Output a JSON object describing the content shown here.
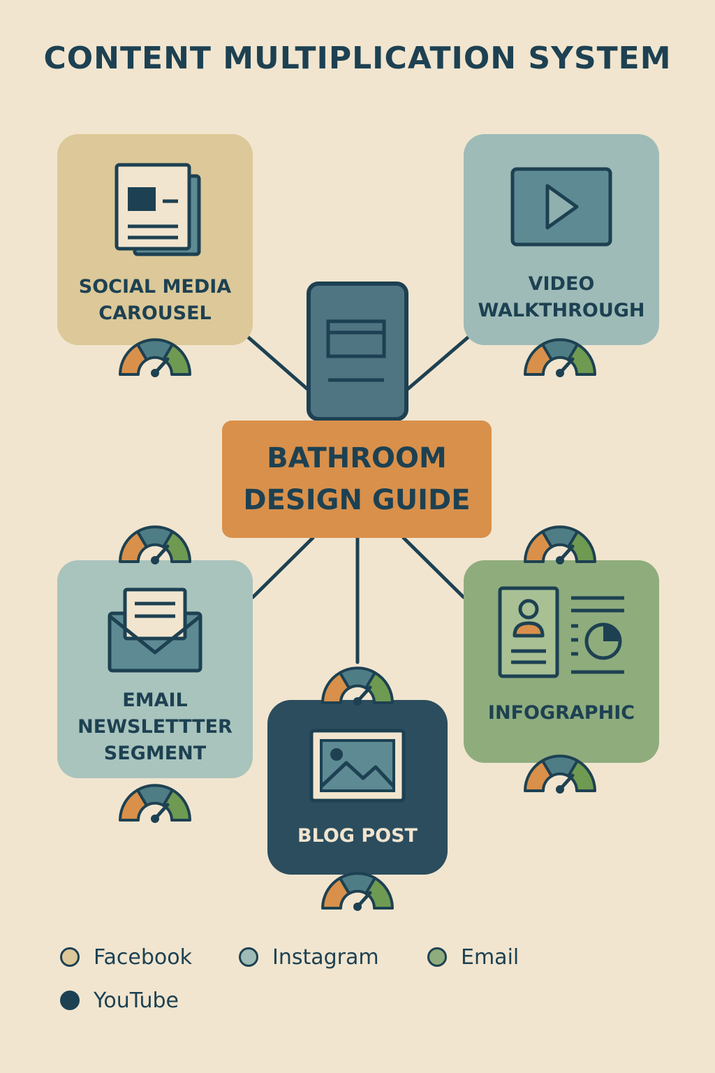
{
  "title": "CONTENT MULTIPLICATION SYSTEM",
  "hub": {
    "label": "BATHROOM\nDESIGN GUIDE",
    "icon": "document-icon",
    "color": "#d9904a"
  },
  "outputs": [
    {
      "id": "social",
      "label": "SOCIAL MEDIA\nCAROUSEL",
      "icon": "carousel-icon",
      "color": "#dcc898"
    },
    {
      "id": "video",
      "label": "VIDEO\nWALKTHROUGH",
      "icon": "play-video-icon",
      "color": "#9ebbb7"
    },
    {
      "id": "email",
      "label": "EMAIL\nNEWSLETTTER\nSEGMENT",
      "icon": "envelope-icon",
      "color": "#a9c4bd"
    },
    {
      "id": "blog",
      "label": "BLOG POST",
      "icon": "image-icon",
      "color": "#2b4d5e"
    },
    {
      "id": "info",
      "label": "INFOGRAPHIC",
      "icon": "infographic-icon",
      "color": "#8fac7d"
    }
  ],
  "gauge_colors": [
    "#d9904a",
    "#4f7d86",
    "#6f9a52"
  ],
  "legend": [
    {
      "label": "Facebook",
      "color": "#dcc898"
    },
    {
      "label": "Instagram",
      "color": "#9ebbb7"
    },
    {
      "label": "Email",
      "color": "#8fac7d"
    },
    {
      "label": "YouTube",
      "color": "#1d4152"
    }
  ]
}
